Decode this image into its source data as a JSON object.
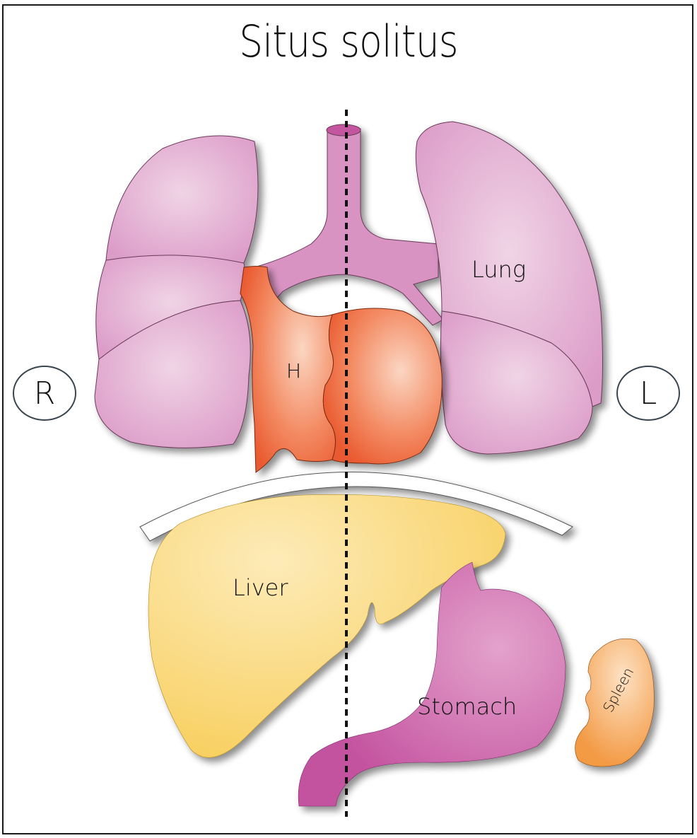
{
  "title": "Situs solitus",
  "orientation": {
    "right": "R",
    "left": "L"
  },
  "labels": {
    "heart": "H",
    "lung": "Lung",
    "liver": "Liver",
    "stomach": "Stomach",
    "spleen": "Spleen"
  },
  "colors": {
    "lung": "#e3a6d0",
    "trachea": "#d993c3",
    "trachea_top": "#c4559f",
    "heart": "#ef6a3f",
    "liver": "#f9d46c",
    "stomach": "#c85aa6",
    "spleen": "#f5a04d",
    "diaphragm": "#ffffff",
    "midline": "#111111"
  }
}
